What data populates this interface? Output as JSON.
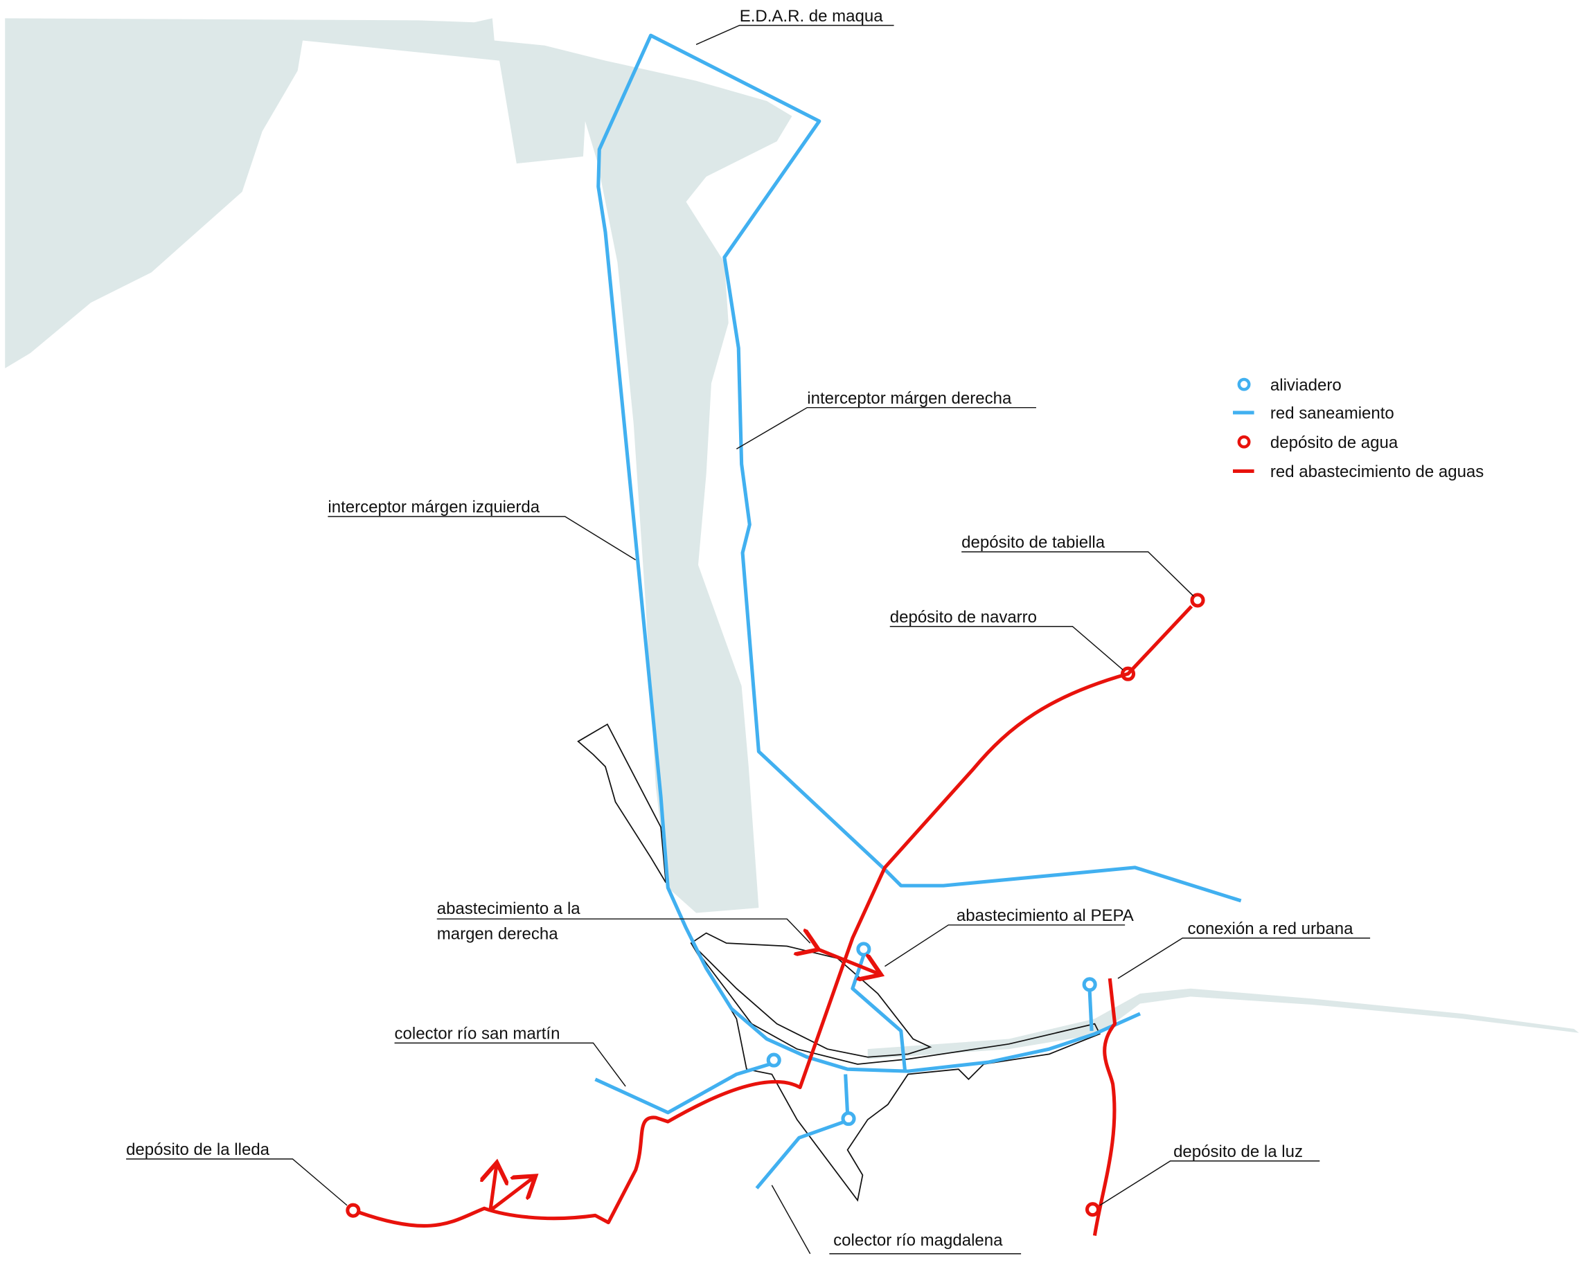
{
  "colors": {
    "sewer": "#41b0f0",
    "water_supply": "#e8120c",
    "water_body": "#dde8e8"
  },
  "legend": [
    {
      "icon": "circle-marker-icon",
      "label": "aliviadero",
      "color": "#41b0f0"
    },
    {
      "icon": "line-icon",
      "label": "red saneamiento",
      "color": "#41b0f0"
    },
    {
      "icon": "circle-marker-icon",
      "label": "depósito de agua",
      "color": "#e8120c"
    },
    {
      "icon": "line-icon",
      "label": "red abastecimiento de aguas",
      "color": "#e8120c"
    }
  ],
  "labels": {
    "edar": "E.D.A.R. de maqua",
    "interceptor_derecha": "interceptor márgen derecha",
    "interceptor_izquierda": "interceptor márgen izquierda",
    "deposito_tabiella": "depósito de tabiella",
    "deposito_navarro": "depósito de navarro",
    "abastecimiento_margen_1": "abastecimiento a la",
    "abastecimiento_margen_2": "margen derecha",
    "abastecimiento_pepa": "abastecimiento al PEPA",
    "conexion_red_urbana": "conexión a red urbana",
    "colector_san_martin": "colector río san martín",
    "deposito_lleda": "depósito de la lleda",
    "deposito_luz": "depósito de la luz",
    "colector_magdalena": "colector río magdalena"
  }
}
